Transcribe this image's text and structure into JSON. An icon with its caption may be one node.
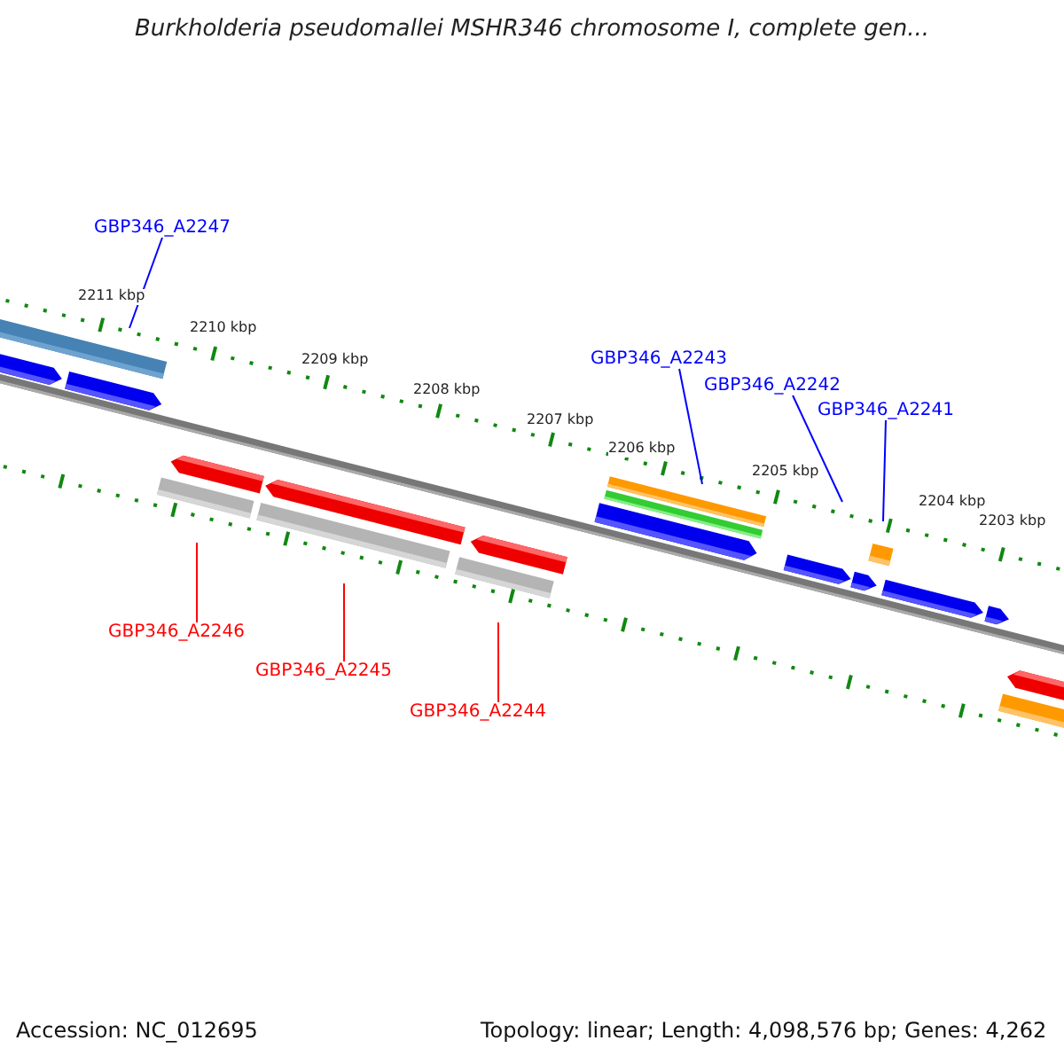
{
  "diagram": {
    "title": "Burkholderia pseudomallei MSHR346 chromosome I, complete gen...",
    "nodes": [
      {
        "text": [
          "GBP346_A2247"
        ]
      },
      {
        "text": [
          "GBP346_A2243"
        ]
      },
      {
        "text": [
          "GBP346_A2242"
        ]
      },
      {
        "text": [
          "GBP346_A2241"
        ]
      },
      {
        "text": [
          "GBP346_A2246"
        ]
      },
      {
        "text": [
          "GBP346_A2245"
        ]
      },
      {
        "text": [
          "GBP346_A2244"
        ]
      }
    ],
    "edges": [
      {
        "from": 0,
        "to": null,
        "arrow": "none"
      },
      {
        "from": 1,
        "to": null,
        "arrow": "none"
      },
      {
        "from": 2,
        "to": null,
        "arrow": "none"
      },
      {
        "from": 3,
        "to": null,
        "arrow": "none"
      },
      {
        "from": 4,
        "to": null,
        "arrow": "none",
        "color": "#ff0000"
      },
      {
        "from": 5,
        "to": null,
        "arrow": "none",
        "color": "#ff0000"
      },
      {
        "from": 6,
        "to": null,
        "arrow": "none",
        "color": "#ff0000"
      }
    ],
    "labels": [
      "2211 kbp",
      "2210 kbp",
      "2209 kbp",
      "2208 kbp",
      "2207 kbp",
      "2206 kbp",
      "2205 kbp",
      "2204 kbp",
      "2203 kbp",
      "Accession: NC_012695",
      "Topology: linear; Length: 4,098,576 bp; Genes: 4,262"
    ]
  }
}
